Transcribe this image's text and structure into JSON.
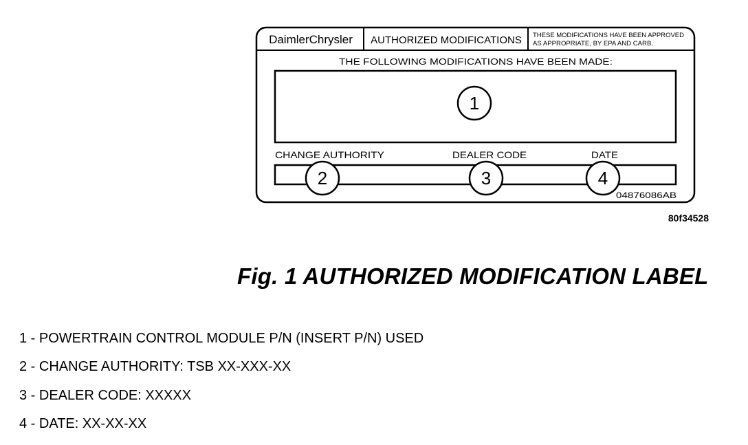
{
  "label": {
    "brand": "DaimlerChrysler",
    "header_title": "AUTHORIZED MODIFICATIONS",
    "approval_line_1": "THESE MODIFICATIONS HAVE BEEN APPROVED",
    "approval_line_2": "AS APPROPRIATE, BY EPA AND CARB.",
    "subtitle": "THE FOLLOWING MODIFICATIONS HAVE BEEN MADE:",
    "field_change_authority": "CHANGE AUTHORITY",
    "field_dealer_code": "DEALER CODE",
    "field_date": "DATE",
    "part_code": "04876086AB",
    "callouts": [
      "1",
      "2",
      "3",
      "4"
    ]
  },
  "figure_id": "80f34528",
  "caption": "Fig. 1 AUTHORIZED MODIFICATION LABEL",
  "legend": [
    "1 - POWERTRAIN CONTROL MODULE P/N (INSERT P/N) USED",
    "2 - CHANGE AUTHORITY: TSB XX-XXX-XX",
    "3 - DEALER CODE: XXXXX",
    "4 - DATE: XX-XX-XX"
  ],
  "colors": {
    "ink": "#000000",
    "paper": "#ffffff"
  }
}
